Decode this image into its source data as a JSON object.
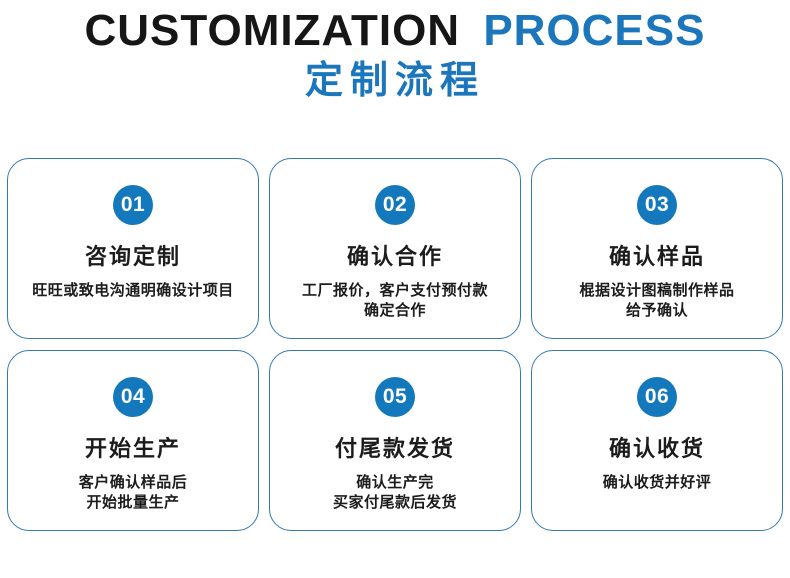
{
  "header": {
    "title_en_black": "CUSTOMIZATION",
    "title_en_blue": "PROCESS",
    "title_cn": "定制流程"
  },
  "colors": {
    "accent_blue": "#1b76bc",
    "badge_blue": "#1478bd",
    "card_border_blue": "#3579ad",
    "text_black": "#161616",
    "background": "#ffffff"
  },
  "steps": [
    {
      "number": "01",
      "title": "咨询定制",
      "desc": "旺旺或致电沟通明确设计项目"
    },
    {
      "number": "02",
      "title": "确认合作",
      "desc": "工厂报价，客户支付预付款\n确定合作"
    },
    {
      "number": "03",
      "title": "确认样品",
      "desc": "棍据设计图稿制作样品\n给予确认"
    },
    {
      "number": "04",
      "title": "开始生产",
      "desc": "客户确认样品后\n开始批量生产"
    },
    {
      "number": "05",
      "title": "付尾款发货",
      "desc": "确认生产完\n买家付尾款后发货"
    },
    {
      "number": "06",
      "title": "确认收货",
      "desc": "确认收货并好评"
    }
  ]
}
